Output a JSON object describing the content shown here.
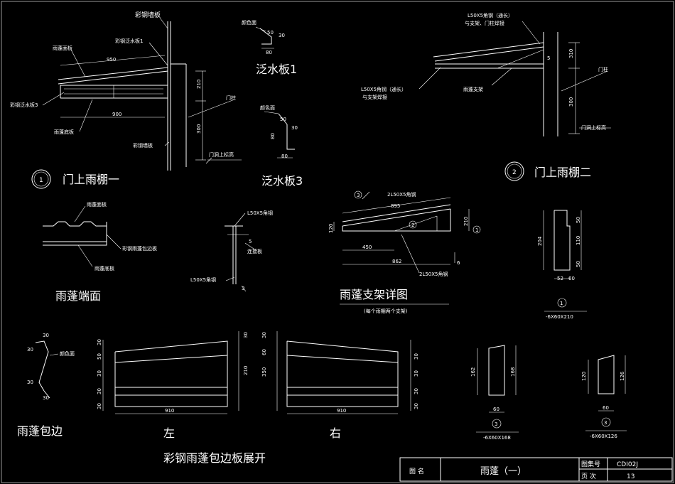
{
  "title_block": {
    "drawing_name_label": "图 名",
    "drawing_name": "雨蓬（一）",
    "atlas_no_label": "图集号",
    "atlas_no": "CDI02J",
    "page_label": "页 次",
    "page": "13"
  },
  "canopy1": {
    "no": "1",
    "title": "门上雨棚一",
    "labels": [
      "彩钢墙板",
      "彩钢泛水板1",
      "雨蓬面板",
      "彩钢泛水板3",
      "门柱",
      "雨蓬底板",
      "彩钢墙板",
      "门洞上标高"
    ],
    "dims": [
      "950",
      "900",
      "210",
      "300"
    ]
  },
  "flashing1": {
    "title": "泛水板1",
    "label": "颜色面",
    "dims": [
      "50",
      "30",
      "80"
    ]
  },
  "flashing3": {
    "title": "泛水板3",
    "label": "颜色面",
    "dims": [
      "50",
      "30",
      "80",
      "80"
    ]
  },
  "canopy2": {
    "no": "2",
    "title": "门上雨棚二",
    "labels": [
      "L50X5角钢（通长）",
      "与支架、门柱焊接",
      "L50X5角钢（通长）",
      "与支架焊接",
      "雨蓬支架",
      "门柱",
      "门洞上标高"
    ],
    "dims": [
      "5",
      "310",
      "300"
    ]
  },
  "end_face": {
    "title": "雨蓬端面",
    "labels": [
      "雨蓬面板",
      "彩钢雨蓬包边板",
      "雨蓬底板"
    ]
  },
  "connection": {
    "labels": [
      "L50X5角钢",
      "连接板",
      "L50X5角钢"
    ],
    "marks": [
      "5",
      "3"
    ]
  },
  "bracket": {
    "title": "雨蓬支架详图",
    "note": "(每个雨棚两个支架)",
    "labels": [
      "2L50X5角钢",
      "2L50X5角钢"
    ],
    "marks": [
      "3",
      "2",
      "1"
    ],
    "dims": [
      "895",
      "120",
      "210",
      "450",
      "862",
      "6"
    ]
  },
  "plate1": {
    "mark": "1",
    "caption": "-6X60X210",
    "dims": [
      "204",
      "50",
      "110",
      "50",
      "52",
      "60"
    ]
  },
  "plate2": {
    "mark": "3",
    "caption": "-6X60X168",
    "dims": [
      "162",
      "168",
      "60"
    ]
  },
  "plate3": {
    "mark": "3",
    "caption": "-6X60X126",
    "dims": [
      "120",
      "126",
      "60"
    ]
  },
  "edge_trim": {
    "title": "雨蓬包边",
    "label": "颜色面",
    "dims": [
      "30",
      "30",
      "30",
      "30"
    ]
  },
  "unfold": {
    "title": "彩钢雨蓬包边板展开",
    "left": "左",
    "right": "右",
    "width": "910",
    "left_dims": [
      "30",
      "50",
      "30",
      "210",
      "30",
      "30",
      "30"
    ],
    "right_dims": [
      "30",
      "60",
      "30",
      "350",
      "30",
      "30",
      "30"
    ]
  }
}
